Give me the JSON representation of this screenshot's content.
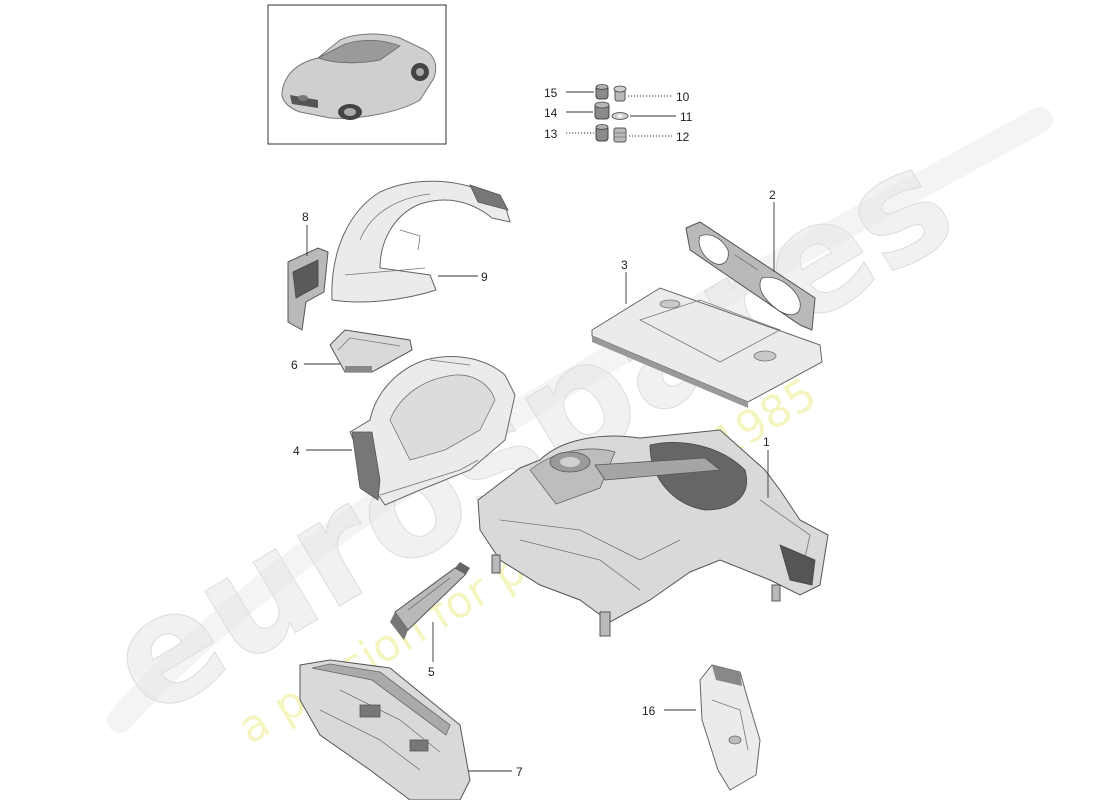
{
  "watermark": {
    "brand": "eurospares",
    "tagline": "a passion for parts since 1985"
  },
  "callouts": [
    {
      "id": "1",
      "label": "1"
    },
    {
      "id": "2",
      "label": "2"
    },
    {
      "id": "3",
      "label": "3"
    },
    {
      "id": "4",
      "label": "4"
    },
    {
      "id": "5",
      "label": "5"
    },
    {
      "id": "6",
      "label": "6"
    },
    {
      "id": "7",
      "label": "7"
    },
    {
      "id": "8",
      "label": "8"
    },
    {
      "id": "9",
      "label": "9"
    },
    {
      "id": "10",
      "label": "10"
    },
    {
      "id": "11",
      "label": "11"
    },
    {
      "id": "12",
      "label": "12"
    },
    {
      "id": "13",
      "label": "13"
    },
    {
      "id": "14",
      "label": "14"
    },
    {
      "id": "15",
      "label": "15"
    },
    {
      "id": "16",
      "label": "16"
    }
  ]
}
